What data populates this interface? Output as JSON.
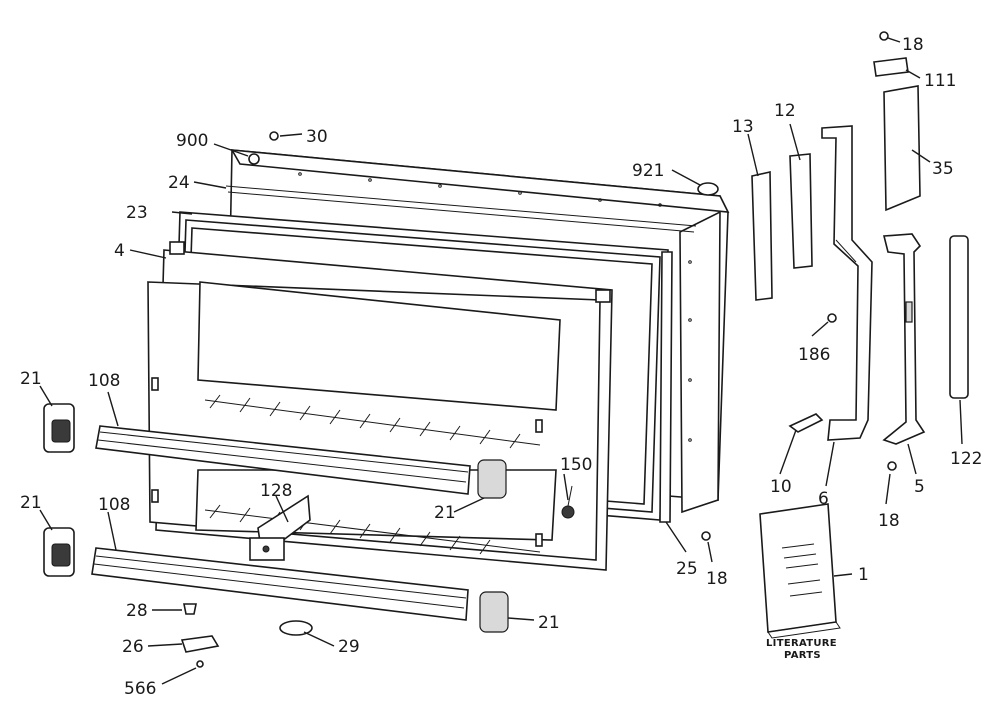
{
  "diagram": {
    "callouts": {
      "c18a": "18",
      "c111": "111",
      "c30": "30",
      "c900": "900",
      "c12": "12",
      "c13": "13",
      "c35": "35",
      "c921": "921",
      "c24": "24",
      "c23": "23",
      "c4": "4",
      "c186": "186",
      "c21a": "21",
      "c108a": "108",
      "c150": "150",
      "c10": "10",
      "c6": "6",
      "c5": "5",
      "c122": "122",
      "c18b": "18",
      "c21b": "21",
      "c108b": "108",
      "c128": "128",
      "c21c": "21",
      "c25": "25",
      "c18c": "18",
      "c1": "1",
      "c21d": "21",
      "c28": "28",
      "c26": "26",
      "c29": "29",
      "c566": "566"
    },
    "caption_line1": "LITERATURE",
    "caption_line2": "PARTS"
  }
}
